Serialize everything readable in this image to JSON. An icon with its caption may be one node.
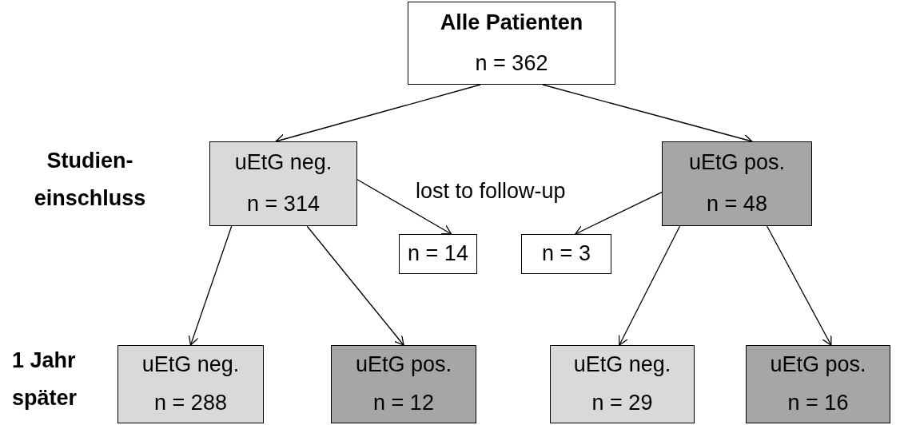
{
  "diagram": {
    "nodes": [
      {
        "text": [
          "Alle Patienten",
          "n = 362"
        ]
      },
      {
        "text": [
          "uEtG neg.",
          "n = 314"
        ]
      },
      {
        "text": [
          "uEtG pos.",
          "n = 48"
        ]
      },
      {
        "text": [
          "n = 14"
        ]
      },
      {
        "text": [
          "n = 3"
        ]
      },
      {
        "text": [
          "uEtG neg.",
          "n = 288"
        ]
      },
      {
        "text": [
          "uEtG pos.",
          "n = 12"
        ]
      },
      {
        "text": [
          "uEtG neg.",
          "n = 29"
        ]
      },
      {
        "text": [
          "uEtG pos.",
          "n = 16"
        ]
      }
    ],
    "edges": [
      {
        "from": 0,
        "to": 1,
        "arrow": "to"
      },
      {
        "from": 0,
        "to": 2,
        "arrow": "to"
      },
      {
        "from": 1,
        "to": 3,
        "arrow": "to"
      },
      {
        "from": 2,
        "to": 4,
        "arrow": "to"
      },
      {
        "from": 1,
        "to": 5,
        "arrow": "to"
      },
      {
        "from": 1,
        "to": 6,
        "arrow": "to"
      },
      {
        "from": 2,
        "to": 7,
        "arrow": "to"
      },
      {
        "from": 2,
        "to": 8,
        "arrow": "to"
      }
    ],
    "labels": [
      "Studien- einschluss",
      "lost to follow-up",
      "1 Jahr später"
    ]
  }
}
